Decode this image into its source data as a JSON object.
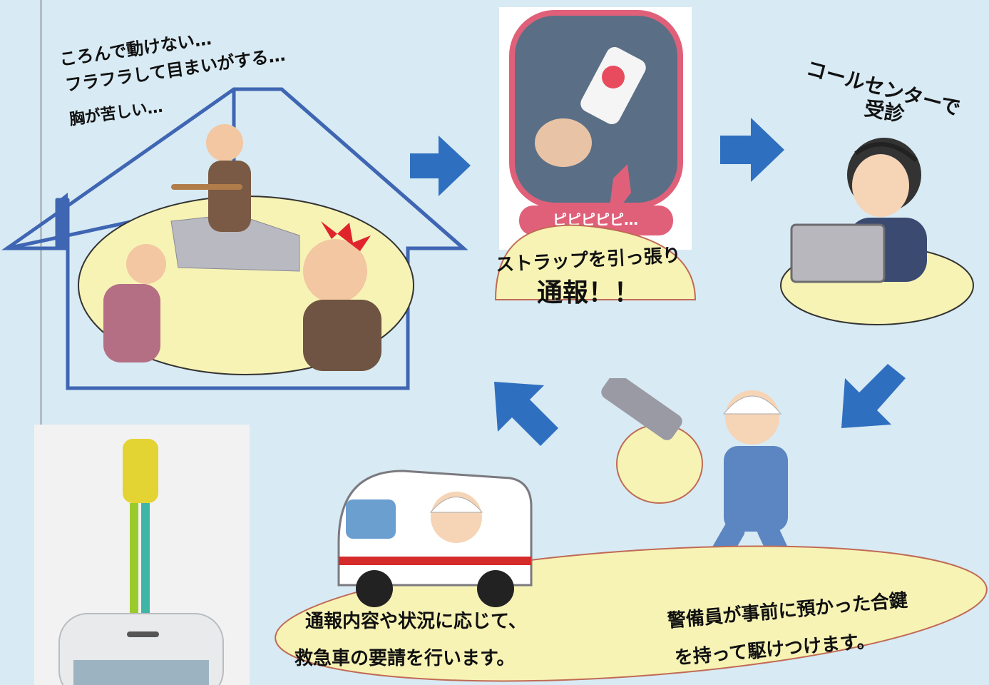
{
  "scene": {
    "house_caption_lines": [
      "ころんで動けない…",
      "フラフラして目まいがする…",
      "胸が苦しい…"
    ],
    "beep_bubble": "ピピピピピ…",
    "strap_caption_line1": "ストラップを引っ張り",
    "strap_caption_line2": "通報！！",
    "callcenter_caption_line1": "コールセンターで",
    "callcenter_caption_line2": "受診",
    "ambulance_caption_line1": "通報内容や状況に応じて、",
    "ambulance_caption_line2": "救急車の要請を行います。",
    "guard_caption_line1": "警備員が事前に預かった合鍵",
    "guard_caption_line2": "を持って駆けつけます。"
  },
  "colors": {
    "background": "#d8eaf3",
    "arrow": "#2f6fc0",
    "ellipse_fill": "#f7f3b5",
    "ellipse_stroke": "#c06a55",
    "house_stroke": "#3f66b3",
    "bubble_pink": "#e0607a"
  }
}
